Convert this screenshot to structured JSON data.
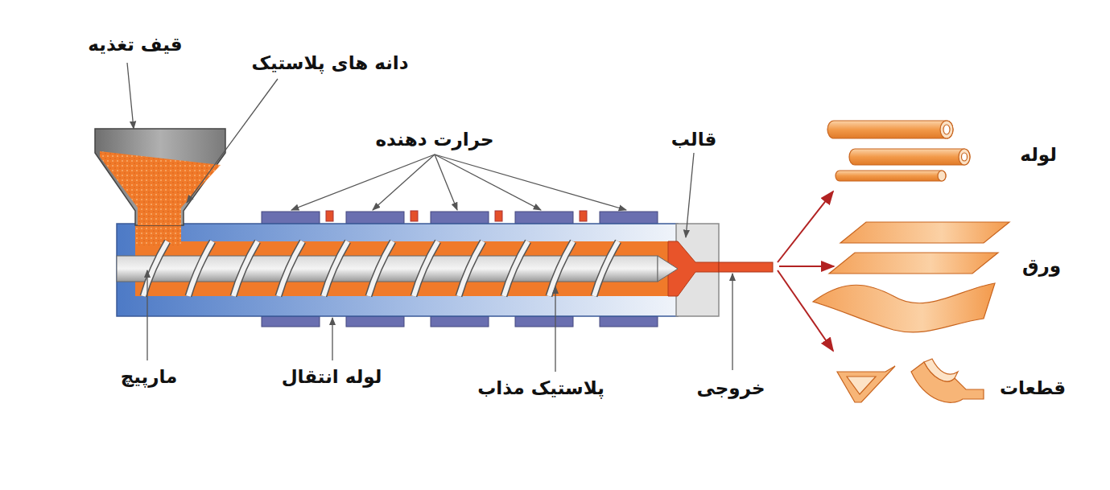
{
  "diagram": {
    "labels": [
      "قیف تغذیه",
      "دانه های پلاستیک",
      "حرارت دهنده",
      "قالب",
      "لوله",
      "ورق",
      "قطعات",
      "مارپیچ",
      "لوله انتقال",
      "پلاستیک مذاب",
      "خروجی"
    ]
  }
}
